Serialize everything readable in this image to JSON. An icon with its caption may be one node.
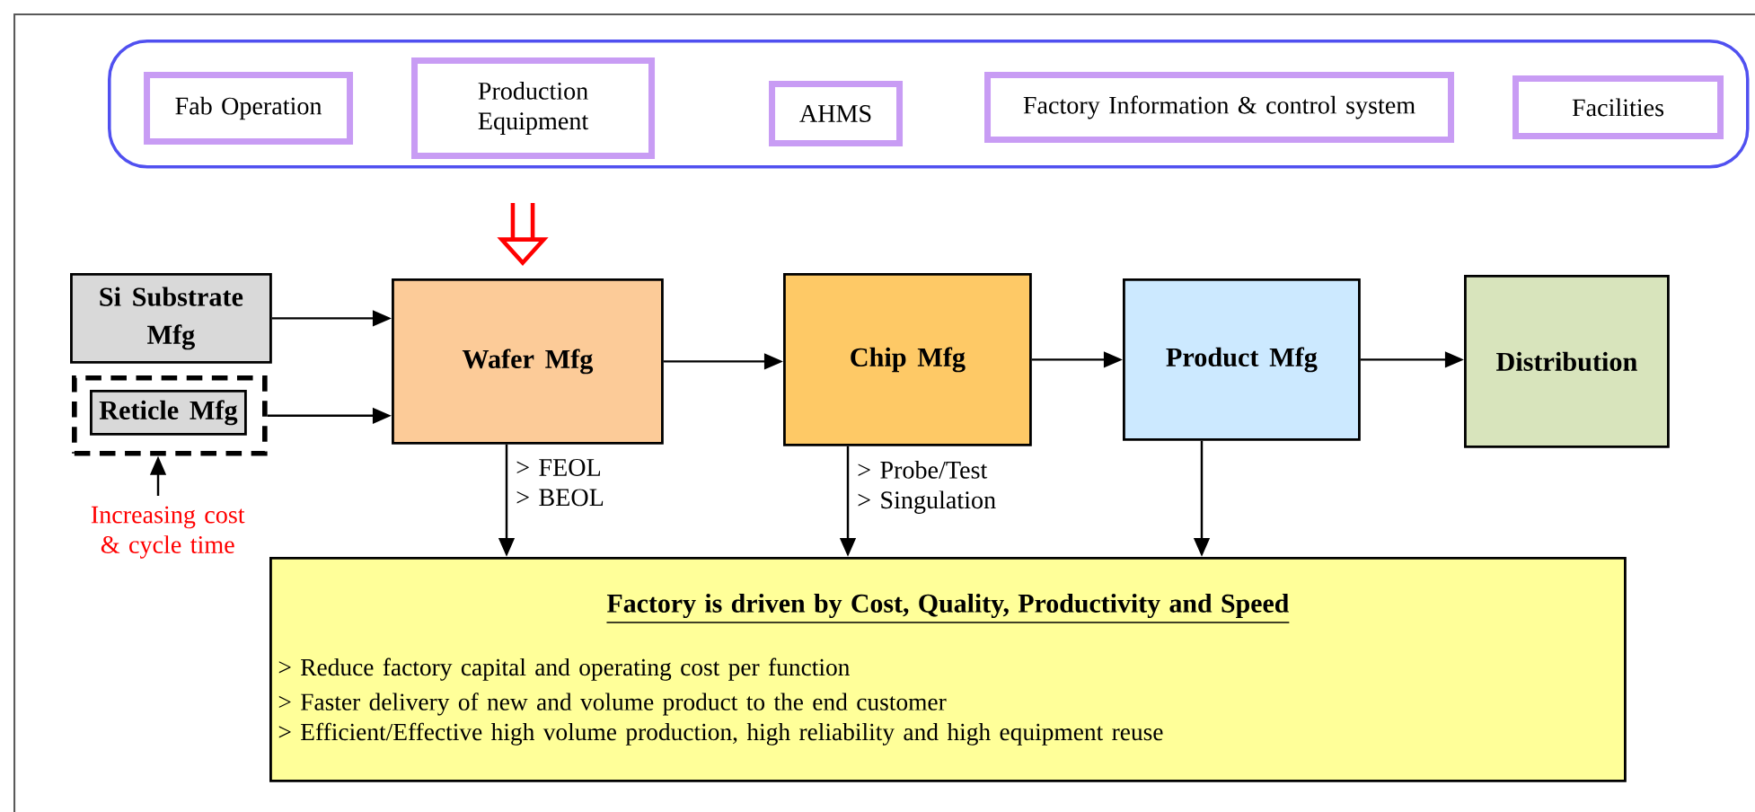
{
  "diagram": {
    "nodes": [
      {
        "text": [],
        "shape": "box"
      },
      {
        "text": [
          "Fab Operation"
        ],
        "in": 0
      },
      {
        "text": [
          "Production Equipment"
        ],
        "in": 0
      },
      {
        "text": [
          "AHMS"
        ],
        "in": 0
      },
      {
        "text": [
          "Factory Information & control system"
        ],
        "in": 0
      },
      {
        "text": [
          "Facilities"
        ],
        "in": 0
      },
      {
        "text": [
          "Si Substrate Mfg"
        ]
      },
      {
        "text": [],
        "shape": "box"
      },
      {
        "text": [
          "Reticle Mfg"
        ],
        "in": 7
      },
      {
        "text": [
          "Wafer Mfg"
        ]
      },
      {
        "text": [
          "Chip Mfg"
        ]
      },
      {
        "text": [
          "Product Mfg"
        ]
      },
      {
        "text": [
          "Distribution"
        ]
      },
      {
        "text": [
          "Factory is driven by Cost, Quality, Productivity and Speed",
          "> Reduce factory capital and operating cost per function",
          "> Faster delivery of new and volume product to the end customer",
          "> Efficient/Effective high volume production, high reliability and high equipment reuse"
        ]
      },
      {
        "text": [
          "Increasing cost & cycle time"
        ]
      }
    ],
    "edges": [
      {
        "from": 6,
        "to": 9,
        "arrow": "to"
      },
      {
        "from": 7,
        "to": 9,
        "arrow": "to"
      },
      {
        "from": 9,
        "to": 10,
        "arrow": "to"
      },
      {
        "from": 10,
        "to": 11,
        "arrow": "to"
      },
      {
        "from": 11,
        "to": 12,
        "arrow": "to"
      },
      {
        "from": 9,
        "to": 13,
        "arrow": "to",
        "label": "> FEOL > BEOL"
      },
      {
        "from": 10,
        "to": 13,
        "arrow": "to",
        "label": "> Probe/Test > Singulation"
      },
      {
        "from": 11,
        "to": 13,
        "arrow": "to"
      },
      {
        "from": 14,
        "to": 7,
        "arrow": "to"
      },
      {
        "from": null,
        "to": 9,
        "arrow": "to",
        "style": "thick",
        "color": "#ff0000"
      }
    ]
  }
}
